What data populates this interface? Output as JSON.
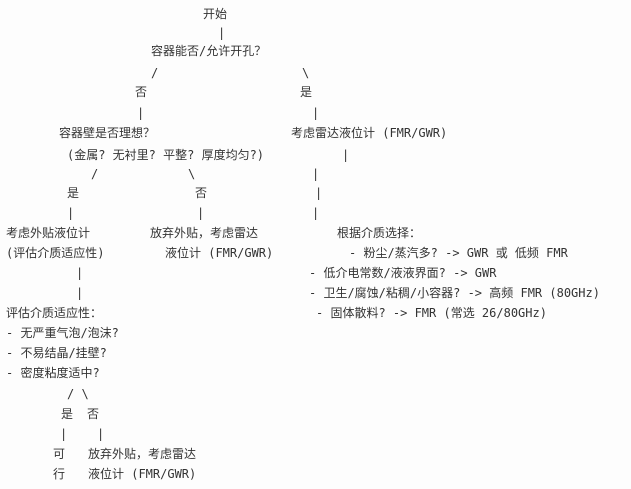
{
  "flowchart": {
    "start": "开始",
    "q_allow_hole": "容器能否/允许开孔？",
    "no": "否",
    "yes": "是",
    "q_wall_ideal": "容器壁是否理想？",
    "consider_radar": "考虑雷达液位计 (FMR/GWR)",
    "q_wall_detail": "(金属? 无衬里? 平整? 厚度均匀?)",
    "external": "考虑外贴液位计",
    "eval_applicability": "(评估介质适应性)",
    "abandon_line1": "放弃外贴，考虑雷达",
    "abandon_line2": "液位计 (FMR/GWR)",
    "choose_by_medium": "根据介质选择：",
    "opt_dust": "- 粉尘/蒸汽多? -> GWR 或 低频 FMR",
    "opt_low_dielectric": "- 低介电常数/液液界面? -> GWR",
    "opt_sanitary": "- 卫生/腐蚀/粘稠/小容器? -> 高频 FMR (80GHz)",
    "opt_solid": "- 固体散料? -> FMR (常选 26/80GHz)",
    "eval_title": "评估介质适应性：",
    "eval_bubbles": "- 无严重气泡/泡沫?",
    "eval_crystal": "- 不易结晶/挂壁?",
    "eval_density": "- 密度粘度适中?",
    "feasible_1": "可",
    "feasible_2": "行",
    "final_abandon_1": "放弃外贴，考虑雷达",
    "final_abandon_2": "液位计 (FMR/GWR)"
  },
  "connectors": {
    "vbar": "|",
    "slash": "/",
    "backslash": "\\",
    "split": "/ \\"
  }
}
